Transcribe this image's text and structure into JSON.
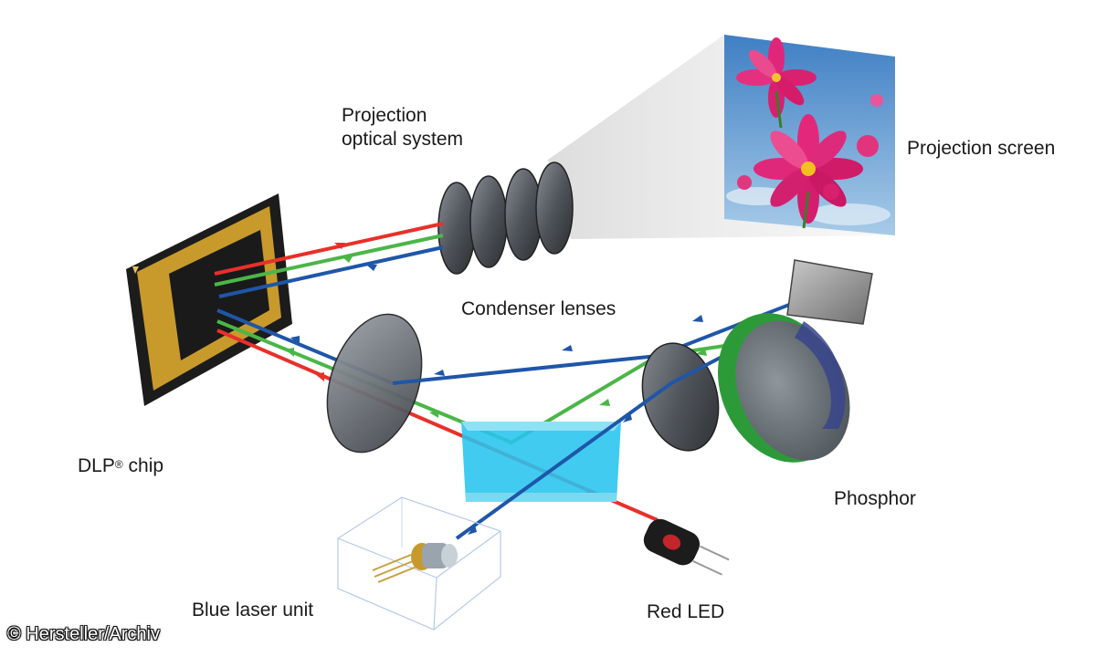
{
  "labels": {
    "projection_optical_system_line1": "Projection",
    "projection_optical_system_line2": "optical system",
    "projection_screen": "Projection screen",
    "condenser_lenses": "Condenser lenses",
    "dlp_chip": "DLP",
    "dlp_chip_registered": "®",
    "dlp_chip_suffix": " chip",
    "phosphor": "Phosphor",
    "blue_laser_unit": "Blue laser unit",
    "red_led": "Red LED"
  },
  "copyright": "© Hersteller/Archiv",
  "colors": {
    "red_beam": "#e8302a",
    "green_beam": "#4bb648",
    "blue_beam": "#1f56a8",
    "chip_gold": "#c89a2c",
    "dichroic_cyan": "#27c4ee",
    "lens_gray": "#5f6368"
  }
}
